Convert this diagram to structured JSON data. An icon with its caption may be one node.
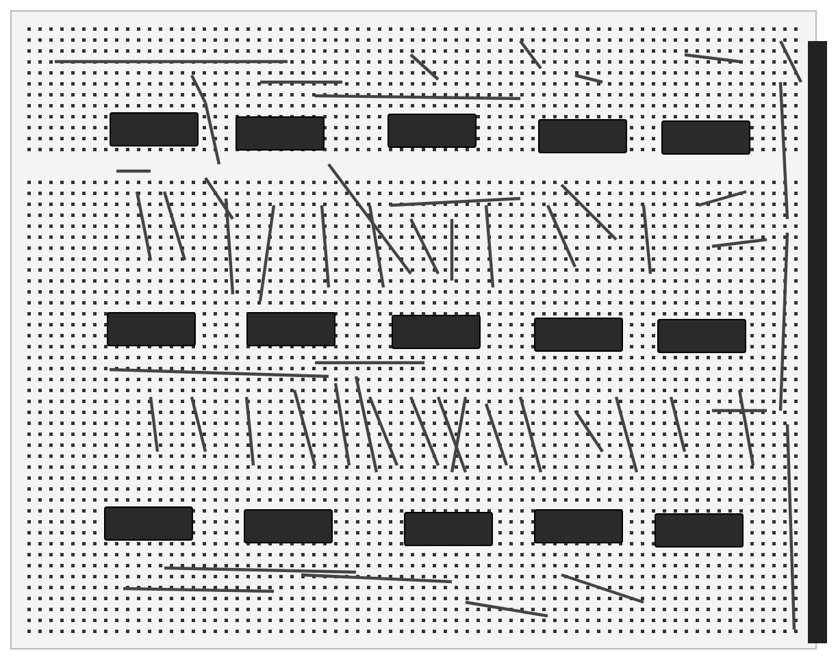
{
  "diagram": {
    "nodes": [
      {
        "text": [],
        "shape": "box"
      },
      {
        "text": [],
        "shape": "box"
      },
      {
        "text": [],
        "shape": "box"
      },
      {
        "text": [],
        "shape": "box"
      },
      {
        "text": [],
        "shape": "box"
      },
      {
        "text": [],
        "shape": "box"
      },
      {
        "text": [],
        "shape": "box"
      },
      {
        "text": [],
        "shape": "box"
      },
      {
        "text": [],
        "shape": "box"
      },
      {
        "text": [],
        "shape": "box"
      },
      {
        "text": [],
        "shape": "box"
      },
      {
        "text": [],
        "shape": "box"
      },
      {
        "text": [],
        "shape": "box"
      },
      {
        "text": [],
        "shape": "box"
      },
      {
        "text": [],
        "shape": "box"
      }
    ]
  }
}
